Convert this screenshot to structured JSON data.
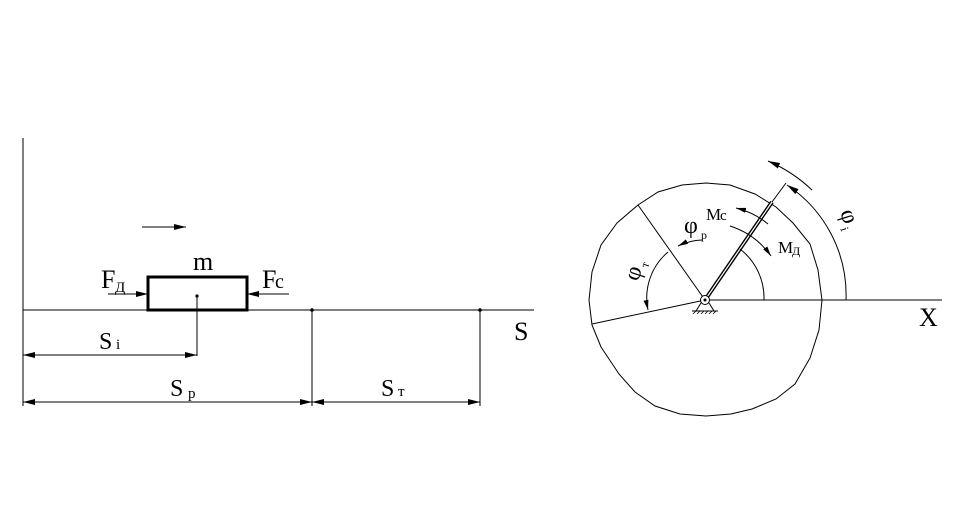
{
  "linear": {
    "mass_label": "m",
    "drive_force_main": "F",
    "drive_force_sub": "Д",
    "resist_force_main": "F",
    "resist_force_sub": "c",
    "axis_label": "S",
    "si_main": "S",
    "si_sub": "i",
    "sp_main": "S",
    "sp_sub": "р",
    "st_main": "S",
    "st_sub": "т"
  },
  "rotary": {
    "axis_label": "X",
    "phi_r_main": "φ",
    "phi_r_sub": "р",
    "phi_t_main": "φ",
    "phi_t_sub": "т",
    "phi_i_main": "φ",
    "phi_i_sub": "i",
    "mc_main": "M",
    "mc_sub": "c",
    "md_main": "M",
    "md_sub": "Д"
  }
}
